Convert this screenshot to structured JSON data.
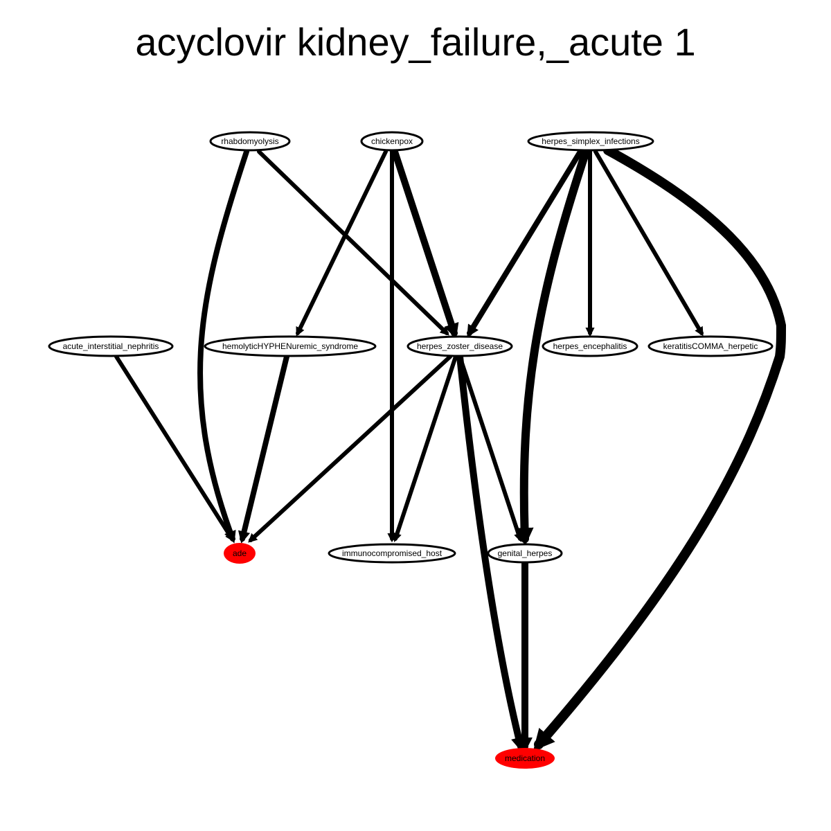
{
  "title": "acyclovir kidney_failure,_acute 1",
  "colors": {
    "edge": "#000000",
    "node_fill": "#ffffff",
    "highlight": "#ff0000"
  },
  "nodes": [
    {
      "id": "rhabdomyolysis",
      "label": "rhabdomyolysis",
      "highlight": false
    },
    {
      "id": "chickenpox",
      "label": "chickenpox",
      "highlight": false
    },
    {
      "id": "herpes_simplex_infections",
      "label": "herpes_simplex_infections",
      "highlight": false
    },
    {
      "id": "acute_interstitial_nephritis",
      "label": "acute_interstitial_nephritis",
      "highlight": false
    },
    {
      "id": "hemolyticHYPHENuremic_syndrome",
      "label": "hemolyticHYPHENuremic_syndrome",
      "highlight": false
    },
    {
      "id": "herpes_zoster_disease",
      "label": "herpes_zoster_disease",
      "highlight": false
    },
    {
      "id": "herpes_encephalitis",
      "label": "herpes_encephalitis",
      "highlight": false
    },
    {
      "id": "keratitisCOMMA_herpetic",
      "label": "keratitisCOMMA_herpetic",
      "highlight": false
    },
    {
      "id": "ade",
      "label": "ade",
      "highlight": true
    },
    {
      "id": "immunocompromised_host",
      "label": "immunocompromised_host",
      "highlight": false
    },
    {
      "id": "genital_herpes",
      "label": "genital_herpes",
      "highlight": false
    },
    {
      "id": "medication",
      "label": "medication",
      "highlight": true
    }
  ],
  "edges": [
    {
      "from": "rhabdomyolysis",
      "to": "ade",
      "weight": 3
    },
    {
      "from": "rhabdomyolysis",
      "to": "herpes_zoster_disease",
      "weight": 2
    },
    {
      "from": "chickenpox",
      "to": "hemolyticHYPHENuremic_syndrome",
      "weight": 2
    },
    {
      "from": "chickenpox",
      "to": "immunocompromised_host",
      "weight": 2
    },
    {
      "from": "chickenpox",
      "to": "herpes_zoster_disease",
      "weight": 4
    },
    {
      "from": "herpes_simplex_infections",
      "to": "herpes_zoster_disease",
      "weight": 3
    },
    {
      "from": "herpes_simplex_infections",
      "to": "genital_herpes",
      "weight": 5
    },
    {
      "from": "herpes_simplex_infections",
      "to": "herpes_encephalitis",
      "weight": 2
    },
    {
      "from": "herpes_simplex_infections",
      "to": "keratitisCOMMA_herpetic",
      "weight": 2
    },
    {
      "from": "herpes_simplex_infections",
      "to": "medication",
      "weight": 6
    },
    {
      "from": "acute_interstitial_nephritis",
      "to": "ade",
      "weight": 2
    },
    {
      "from": "hemolyticHYPHENuremic_syndrome",
      "to": "ade",
      "weight": 3
    },
    {
      "from": "herpes_zoster_disease",
      "to": "ade",
      "weight": 2
    },
    {
      "from": "herpes_zoster_disease",
      "to": "immunocompromised_host",
      "weight": 2
    },
    {
      "from": "herpes_zoster_disease",
      "to": "genital_herpes",
      "weight": 2
    },
    {
      "from": "herpes_zoster_disease",
      "to": "medication",
      "weight": 4
    },
    {
      "from": "genital_herpes",
      "to": "medication",
      "weight": 4
    }
  ]
}
